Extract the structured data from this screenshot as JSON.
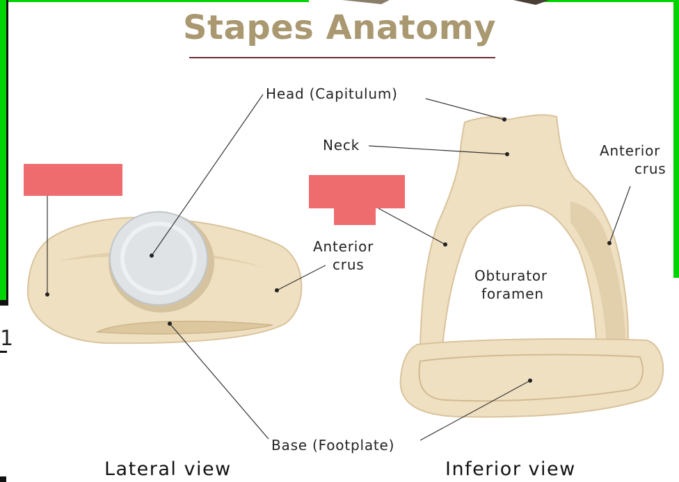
{
  "title": "Stapes Anatomy",
  "labels": {
    "head": "Head (Capitulum)",
    "neck": "Neck",
    "anterior_crus_right_1": "Anterior",
    "anterior_crus_right_2": "crus",
    "anterior_crus_mid_1": "Anterior",
    "anterior_crus_mid_2": "crus",
    "obturator_1": "Obturator",
    "obturator_2": "foramen",
    "base": "Base (Footplate)"
  },
  "views": {
    "lateral": "Lateral view",
    "inferior": "Inferior view"
  },
  "colors": {
    "bone": "#efe0c1",
    "bone_edge": "#d9c39c",
    "bone_shadow": "#e2cfab",
    "head_disc": "#dfe3e6",
    "title": "#a99870",
    "mask": "#ee6b6e",
    "frame": "#00d400"
  }
}
